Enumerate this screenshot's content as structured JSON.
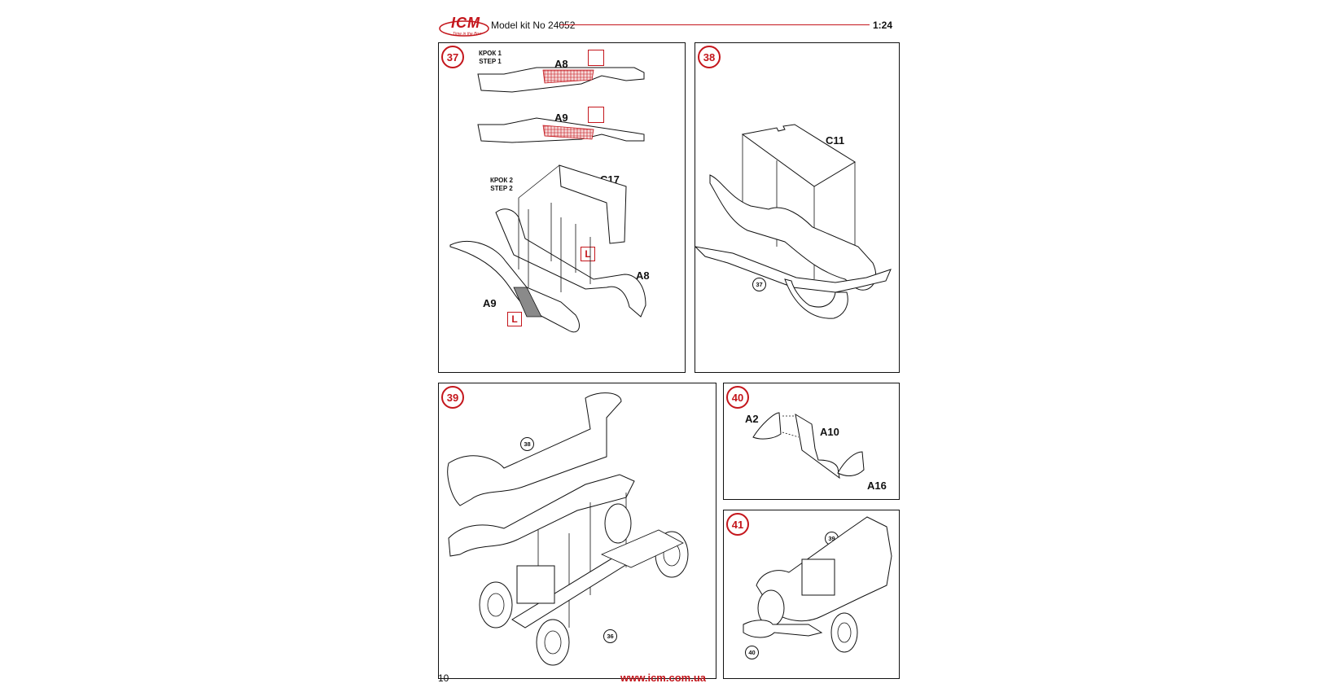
{
  "header": {
    "brand": "ICM",
    "brand_tagline": "Time in the Box",
    "title": "Model kit No 24052",
    "scale": "1:24"
  },
  "steps": {
    "s37": {
      "number": "37",
      "step1_label_ua": "КРОК 1",
      "step1_label_en": "STEP 1",
      "step2_label_ua": "КРОК 2",
      "step2_label_en": "STEP 2",
      "parts": {
        "a8_top": "A8",
        "a9_top": "A9",
        "c17": "C17",
        "a8": "A8",
        "a9": "A9"
      },
      "tag": "L"
    },
    "s38": {
      "number": "38",
      "parts": {
        "c11": "C11"
      },
      "ref": "37"
    },
    "s39": {
      "number": "39",
      "ref_body": "38",
      "ref_chassis": "36"
    },
    "s40": {
      "number": "40",
      "parts": {
        "a2": "A2",
        "a10": "A10",
        "a16": "A16"
      }
    },
    "s41": {
      "number": "41",
      "ref_body": "39",
      "ref_part": "40"
    }
  },
  "colors": {
    "accent": "#c4161c",
    "line": "#111111",
    "gray_fill": "#8a8a8a"
  },
  "footer": {
    "page": "10",
    "url": "www.icm.com.ua"
  }
}
